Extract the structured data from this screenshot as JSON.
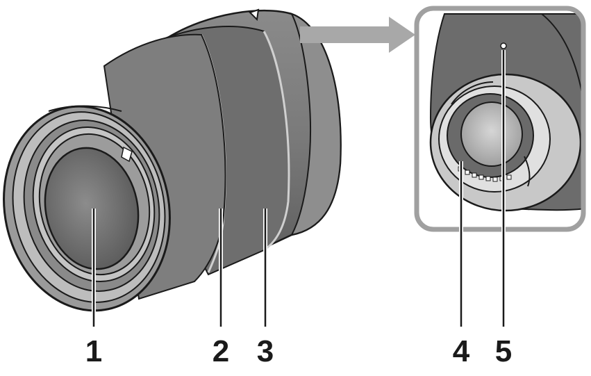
{
  "callouts": [
    {
      "id": "1",
      "label": "1"
    },
    {
      "id": "2",
      "label": "2"
    },
    {
      "id": "3",
      "label": "3"
    },
    {
      "id": "4",
      "label": "4"
    },
    {
      "id": "5",
      "label": "5"
    }
  ],
  "colors": {
    "body_dark": "#6e6e6e",
    "body_mid": "#9a9a9a",
    "body_light": "#c8c8c8",
    "outline": "#1a1a1a",
    "frame": "#a0a0a0",
    "arrow": "#a8a8a8"
  }
}
